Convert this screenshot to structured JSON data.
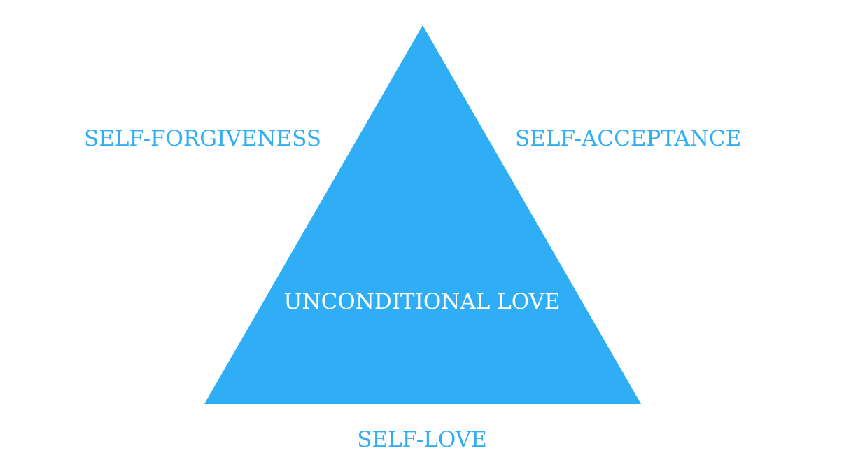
{
  "colors": {
    "triangle_fill": "#30aef5",
    "label_color": "#30aef5",
    "center_text_color": "#ffffff",
    "background": "#ffffff"
  },
  "diagram": {
    "center_label": "UNCONDITIONAL LOVE",
    "left_label": "SELF-FORGIVENESS",
    "right_label": "SELF-ACCEPTANCE",
    "bottom_label": "SELF-LOVE"
  }
}
